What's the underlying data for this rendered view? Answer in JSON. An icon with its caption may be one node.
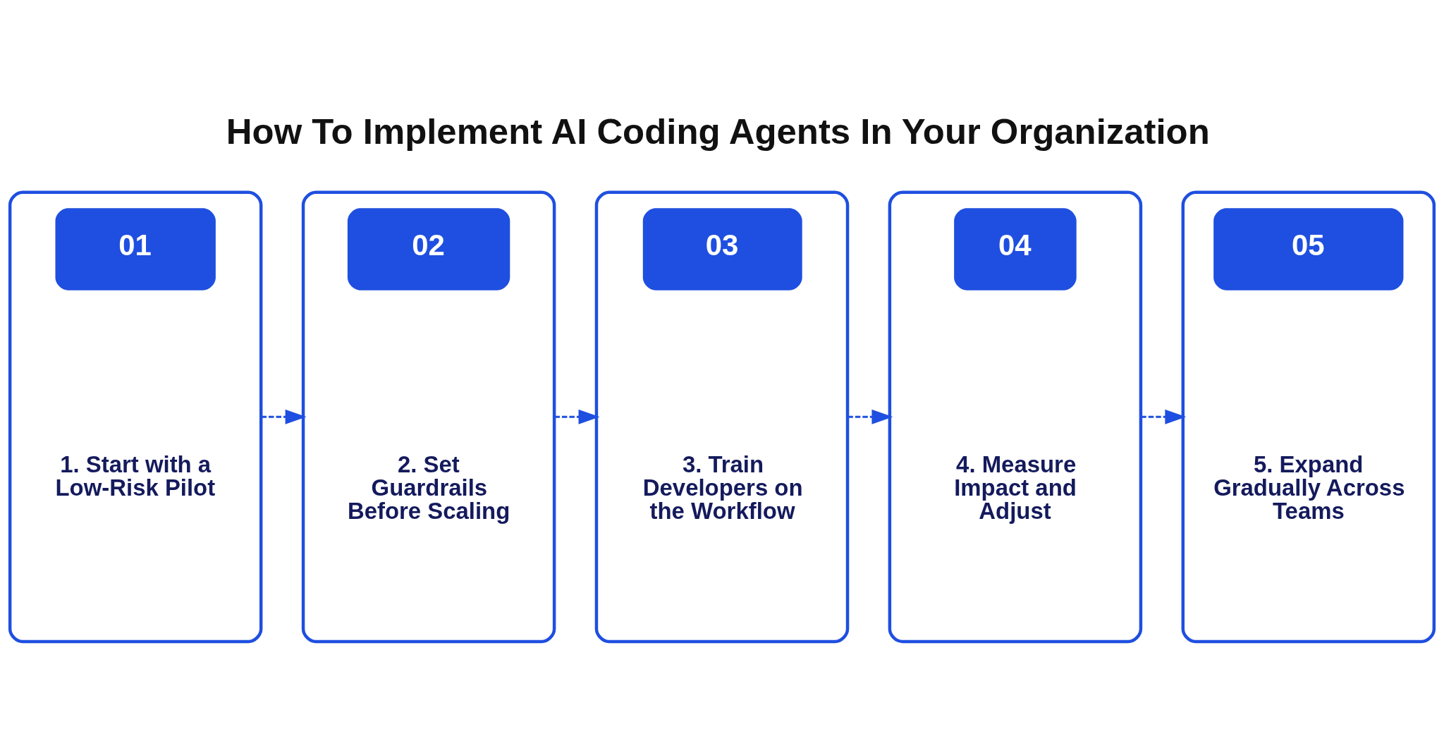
{
  "diagram": {
    "title": "How To Implement AI Coding Agents In Your Organization",
    "nodes": [
      {
        "text": [
          "01",
          "1. Start with a Low-Risk Pilot"
        ]
      },
      {
        "text": [
          "02",
          "2. Set Guardrails Before Scaling"
        ]
      },
      {
        "text": [
          "03",
          "3. Train Developers on the Workflow"
        ]
      },
      {
        "text": [
          "04",
          "4. Measure Impact and Adjust"
        ]
      },
      {
        "text": [
          "05",
          "5. Expand Gradually Across Teams"
        ]
      }
    ],
    "edges": [
      {
        "from": 0,
        "to": 1,
        "arrow": "to",
        "style": "dashed"
      },
      {
        "from": 1,
        "to": 2,
        "arrow": "to",
        "style": "dashed"
      },
      {
        "from": 2,
        "to": 3,
        "arrow": "to",
        "style": "dashed"
      },
      {
        "from": 3,
        "to": 4,
        "arrow": "to",
        "style": "dashed"
      }
    ]
  }
}
